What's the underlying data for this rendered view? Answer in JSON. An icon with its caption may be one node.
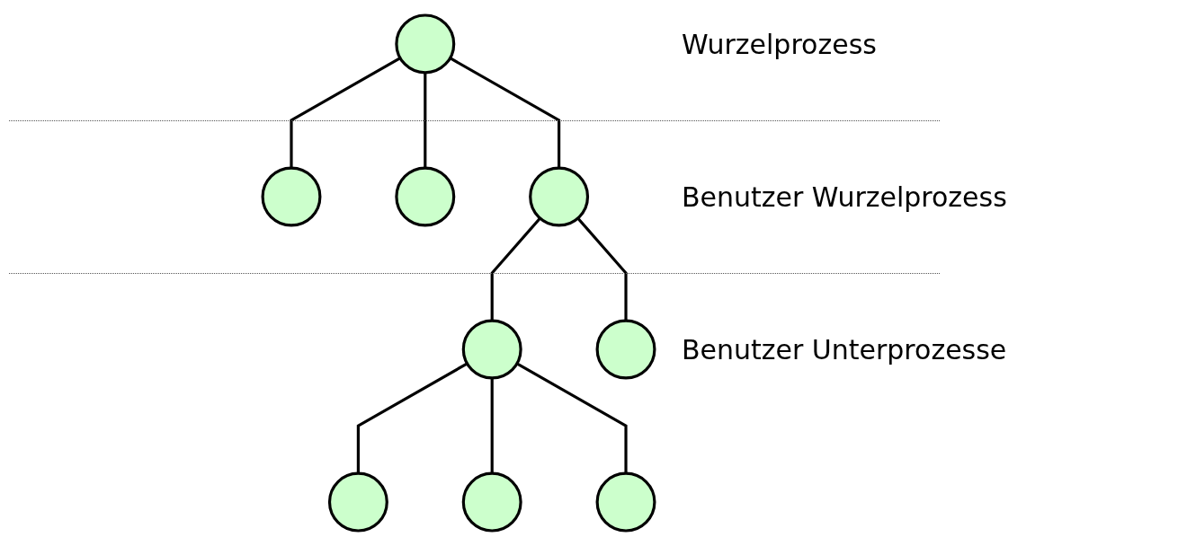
{
  "diagram": {
    "nodes": [
      {
        "text": [],
        "shape": "circle"
      },
      {
        "text": [],
        "shape": "circle"
      },
      {
        "text": [],
        "shape": "circle"
      },
      {
        "text": [],
        "shape": "circle"
      },
      {
        "text": [],
        "shape": "circle"
      },
      {
        "text": [],
        "shape": "circle"
      },
      {
        "text": [],
        "shape": "circle"
      },
      {
        "text": [],
        "shape": "circle"
      },
      {
        "text": [],
        "shape": "circle"
      }
    ],
    "edges": [
      {
        "from": 0,
        "to": 1,
        "arrow": "none"
      },
      {
        "from": 0,
        "to": 2,
        "arrow": "none"
      },
      {
        "from": 0,
        "to": 3,
        "arrow": "none"
      },
      {
        "from": 3,
        "to": 4,
        "arrow": "none"
      },
      {
        "from": 3,
        "to": 5,
        "arrow": "none"
      },
      {
        "from": 4,
        "to": 6,
        "arrow": "none"
      },
      {
        "from": 4,
        "to": 7,
        "arrow": "none"
      },
      {
        "from": 4,
        "to": 8,
        "arrow": "none"
      }
    ],
    "labels": [
      "Wurzelprozess",
      "Benutzer Wurzelprozess",
      "Benutzer Unterprozesse"
    ]
  }
}
